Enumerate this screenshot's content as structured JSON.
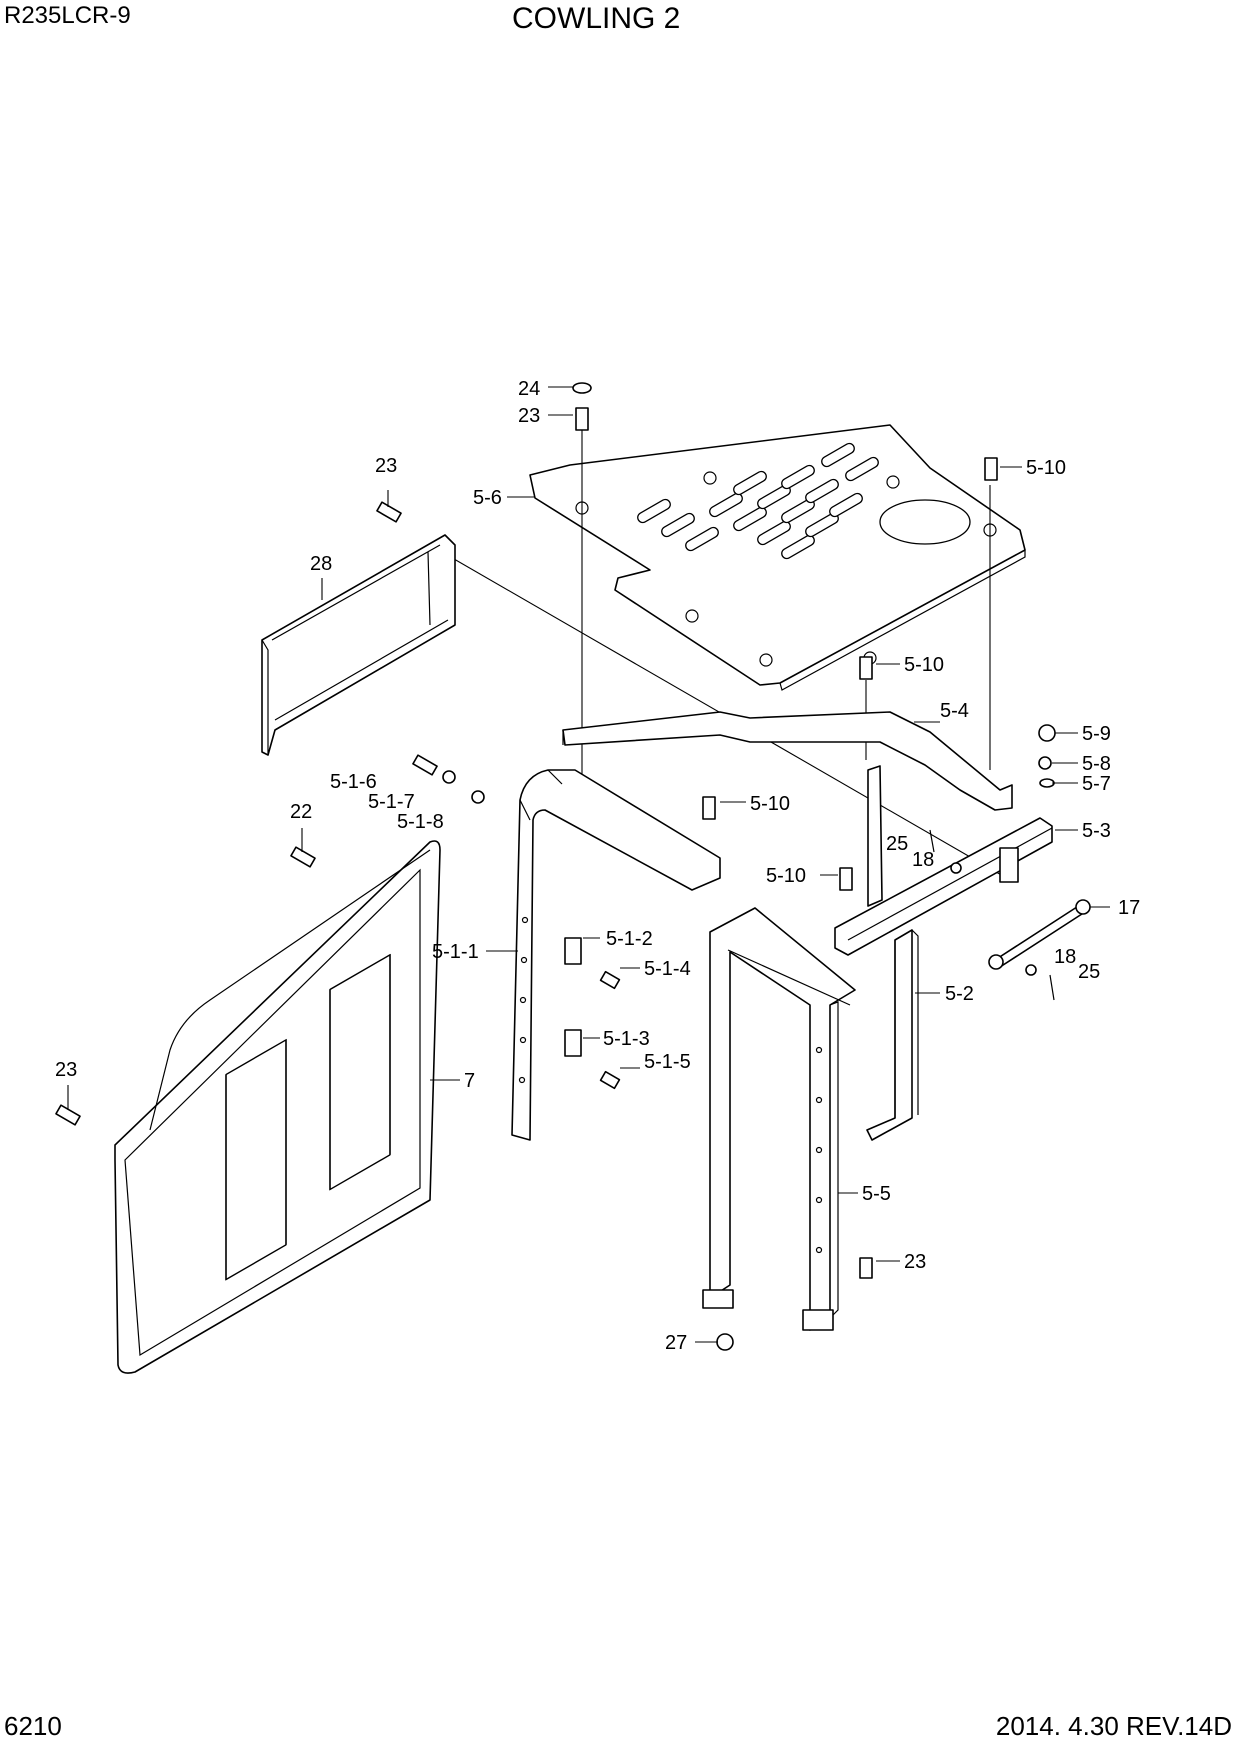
{
  "header": {
    "model": "R235LCR-9",
    "title": "COWLING 2"
  },
  "footer": {
    "page": "6210",
    "revision": "2014. 4.30  REV.14D"
  },
  "callouts": {
    "c24": "24",
    "c23a": "23",
    "c23b": "23",
    "c23c": "23",
    "c23d": "23",
    "c22": "22",
    "c28": "28",
    "c7": "7",
    "c27": "27",
    "c17": "17",
    "c18a": "18",
    "c18b": "18",
    "c25a": "25",
    "c25b": "25",
    "c5_1": "5-1-1",
    "c5_1_2": "5-1-2",
    "c5_1_3": "5-1-3",
    "c5_1_4": "5-1-4",
    "c5_1_5": "5-1-5",
    "c5_1_6": "5-1-6",
    "c5_1_7": "5-1-7",
    "c5_1_8": "5-1-8",
    "c5_2": "5-2",
    "c5_3": "5-3",
    "c5_4": "5-4",
    "c5_5": "5-5",
    "c5_6": "5-6",
    "c5_7": "5-7",
    "c5_8": "5-8",
    "c5_9": "5-9",
    "c5_10a": "5-10",
    "c5_10b": "5-10",
    "c5_10c": "5-10",
    "c5_10d": "5-10"
  }
}
